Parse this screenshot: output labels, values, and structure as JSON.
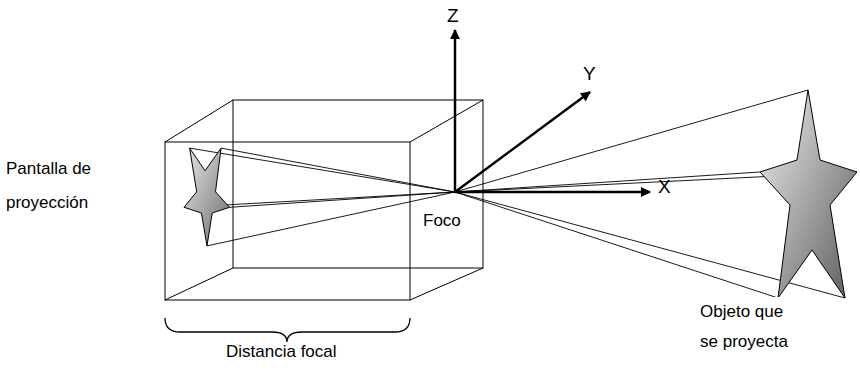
{
  "diagram": {
    "labels": [
      "Z",
      "Y",
      "X",
      "Foco",
      "Pantalla de proyección",
      "Distancia focal",
      "Objeto que se proyecta"
    ]
  }
}
